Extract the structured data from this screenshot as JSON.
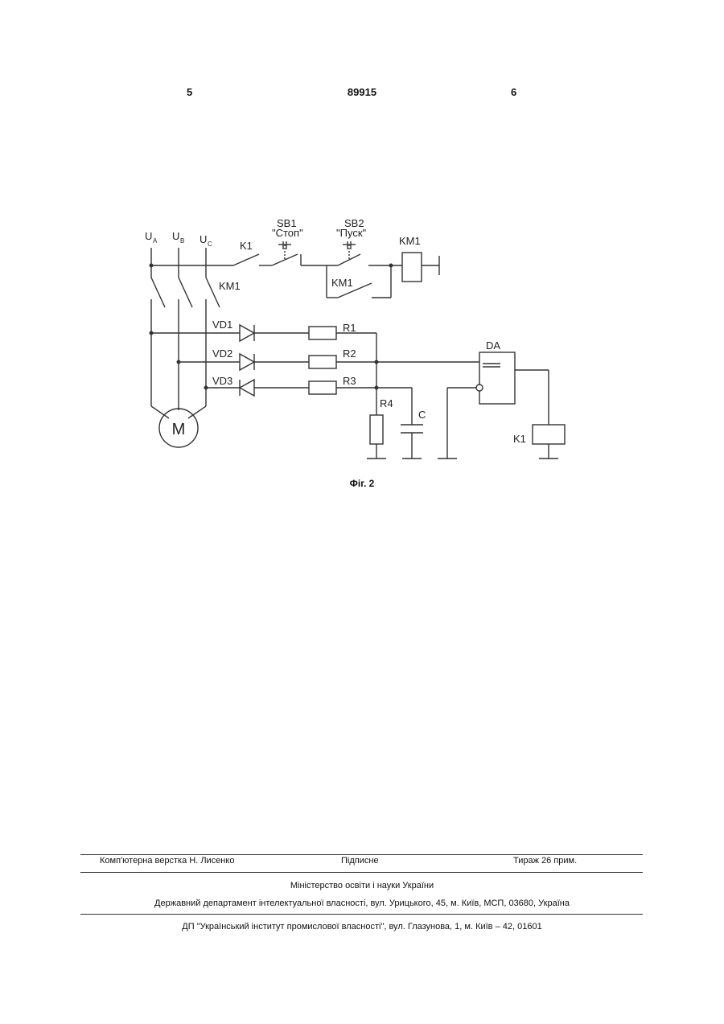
{
  "header": {
    "page_left": "5",
    "patent_number": "89915",
    "page_right": "6"
  },
  "figure": {
    "caption": "Фіг. 2",
    "labels": {
      "ua": "U",
      "ua_sub": "A",
      "ub": "U",
      "ub_sub": "B",
      "uc": "U",
      "uc_sub": "C",
      "k1_contact": "K1",
      "sb1": "SB1",
      "sb1_name": "\"Стоп\"",
      "sb2": "SB2",
      "sb2_name": "\"Пуск\"",
      "km1_coil": "KM1",
      "km1_hold": "KM1",
      "km1_main": "KM1",
      "vd1": "VD1",
      "vd2": "VD2",
      "vd3": "VD3",
      "r1": "R1",
      "r2": "R2",
      "r3": "R3",
      "r4": "R4",
      "c": "C",
      "da": "DA",
      "k1_coil": "K1",
      "motor": "M"
    }
  },
  "footer": {
    "layout_credit": "Комп'ютерна верстка Н. Лисенко",
    "signed": "Підписне",
    "circulation": "Тираж 26 прим.",
    "ministry": "Міністерство освіти і науки України",
    "department": "Державний департамент інтелектуальної власності, вул. Урицького, 45, м. Київ, МСП, 03680, Україна",
    "institute": "ДП \"Український інститут промислової власності\", вул. Глазунова, 1, м. Київ – 42, 01601"
  }
}
